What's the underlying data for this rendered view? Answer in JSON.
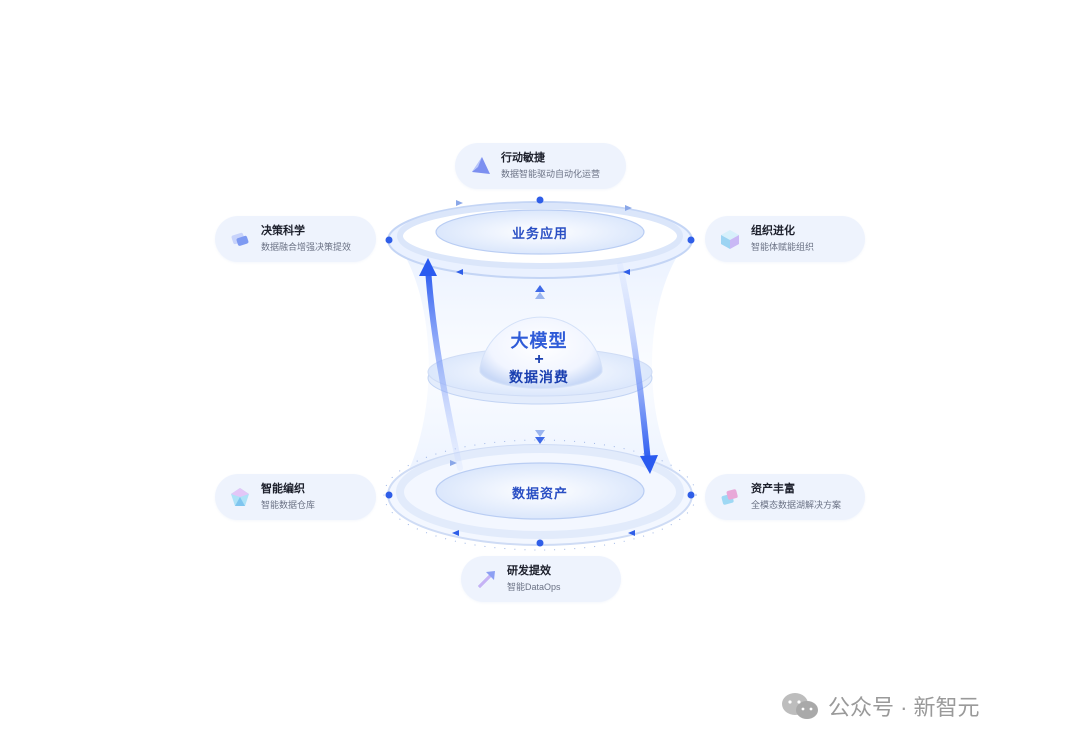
{
  "top_ring": {
    "label": "业务应用"
  },
  "bottom_ring": {
    "label": "数据资产"
  },
  "center": {
    "line1": "大模型",
    "line2": "+",
    "line3": "数据消费"
  },
  "cards": {
    "action": {
      "title": "行动敏捷",
      "subtitle": "数据智能驱动自动化运营"
    },
    "decision": {
      "title": "决策科学",
      "subtitle": "数据融合增强决策提效"
    },
    "org": {
      "title": "组织进化",
      "subtitle": "智能体赋能组织"
    },
    "weave": {
      "title": "智能编织",
      "subtitle": "智能数据仓库"
    },
    "asset": {
      "title": "资产丰富",
      "subtitle": "全模态数据湖解决方案"
    },
    "dev": {
      "title": "研发提效",
      "subtitle": "智能DataOps"
    }
  },
  "watermark": {
    "text": "公众号 · 新智元"
  },
  "colors": {
    "accent": "#2f5ee8",
    "ring": "#dce8fb",
    "card_bg": "#eef3fd"
  }
}
